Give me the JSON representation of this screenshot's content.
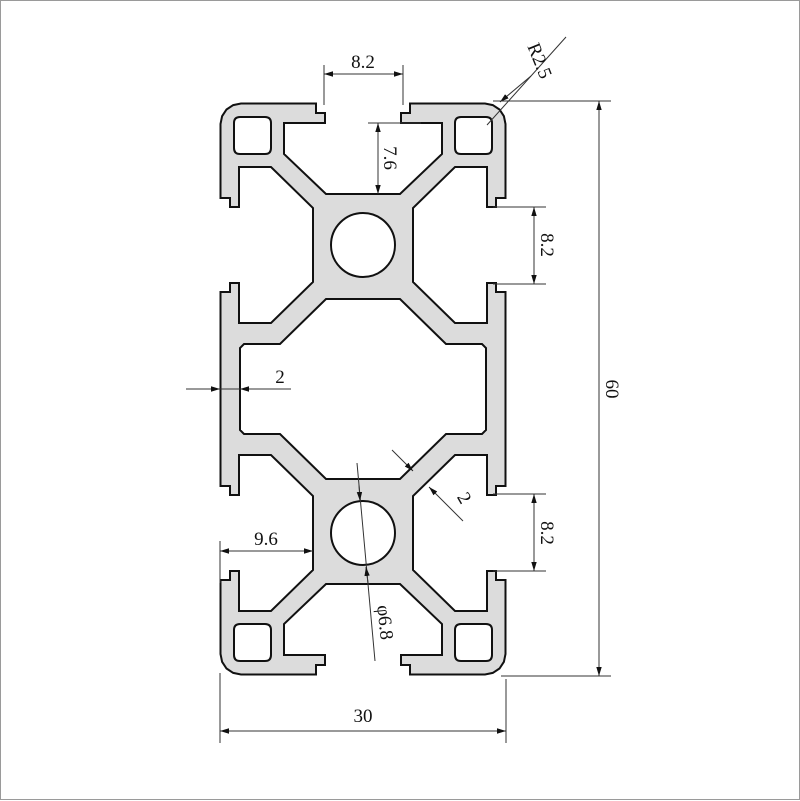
{
  "drawing": {
    "colors": {
      "profile_fill": "#dcdcdc",
      "outline": "#111111",
      "dimension": "#333333"
    },
    "dimensions": {
      "top_slot_width": "8.2",
      "corner_radius": "R2.5",
      "slot_depth": "7.6",
      "side_slot_upper": "8.2",
      "overall_height": "60",
      "wall_thickness": "2",
      "web_thickness": "2",
      "side_slot_lower": "8.2",
      "slot_offset": "9.6",
      "bore_diameter": "φ6.8",
      "overall_width": "30"
    }
  }
}
